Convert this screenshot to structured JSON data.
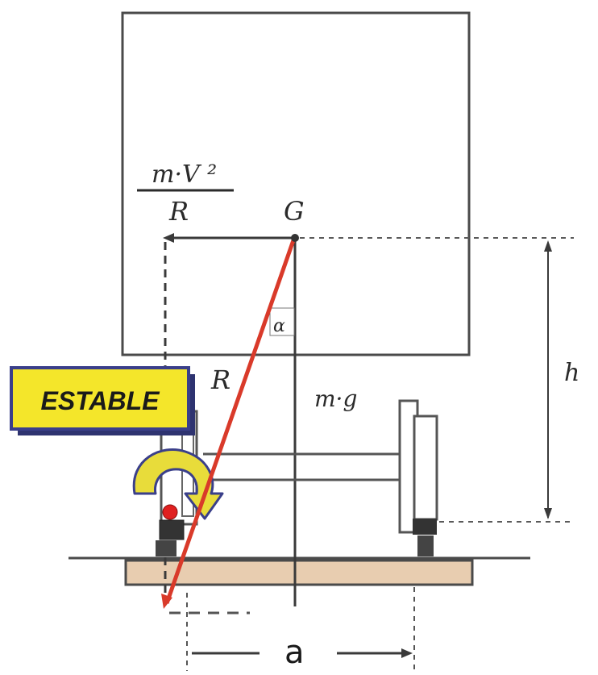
{
  "labels": {
    "centrifugal_numerator": "m·V ²",
    "centrifugal_denominator": "R",
    "center_of_gravity": "G",
    "alpha": "α",
    "resultant": "R",
    "weight": "m·g",
    "height": "h",
    "half_track": "a"
  },
  "badge": {
    "text": "ESTABLE"
  },
  "colors": {
    "resultant_line": "#d93a2a",
    "badge_fill": "#f4e62a",
    "badge_border": "#3a3f8a",
    "arrow_fill": "#e8dc3a",
    "arrow_border": "#3a3f8a",
    "ground_fill": "#e8cdb0",
    "wheel_dot": "#e02020"
  }
}
